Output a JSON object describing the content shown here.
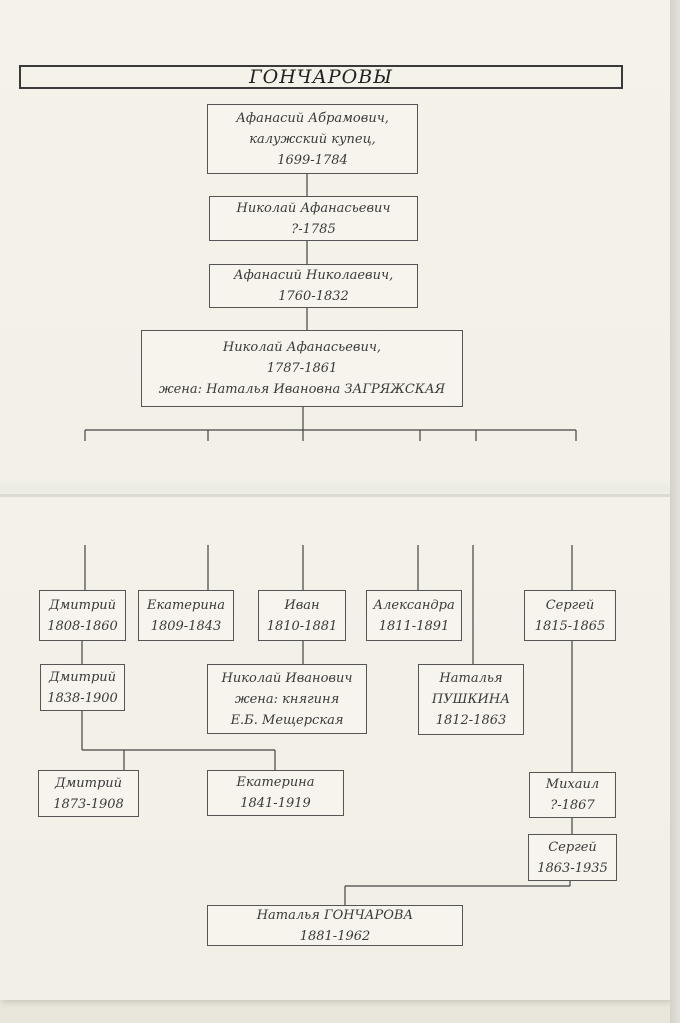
{
  "title": "ГОНЧАРОВЫ",
  "people": {
    "afanasiy_abramovich": {
      "line1": "Афанасий Абрамович,",
      "line2": "калужский купец,",
      "line3": "1699-1784"
    },
    "nikolay_afanasievich_1": {
      "line1": "Николай Афанасьевич",
      "line2": "?-1785"
    },
    "afanasiy_nikolaevich": {
      "line1": "Афанасий Николаевич,",
      "line2": "1760-1832"
    },
    "nikolay_afanasievich_2": {
      "line1": "Николай Афанасьевич,",
      "line2": "1787-1861",
      "line3": "жена: Наталья Ивановна ЗАГРЯЖСКАЯ"
    },
    "dmitriy_1808": {
      "line1": "Дмитрий",
      "line2": "1808-1860"
    },
    "ekaterina_1809": {
      "line1": "Екатерина",
      "line2": "1809-1843"
    },
    "ivan_1810": {
      "line1": "Иван",
      "line2": "1810-1881"
    },
    "aleksandra_1811": {
      "line1": "Александра",
      "line2": "1811-1891"
    },
    "sergey_1815": {
      "line1": "Сергей",
      "line2": "1815-1865"
    },
    "dmitriy_1838": {
      "line1": "Дмитрий",
      "line2": "1838-1900"
    },
    "nikolay_ivanovich": {
      "line1": "Николай Иванович",
      "line2": "жена: княгиня",
      "line3": "Е.Б. Мещерская"
    },
    "natalya_pushkina": {
      "line1": "Наталья",
      "line2": "ПУШКИНА",
      "line3": "1812-1863"
    },
    "dmitriy_1873": {
      "line1": "Дмитрий",
      "line2": "1873-1908"
    },
    "ekaterina_1841": {
      "line1": "Екатерина",
      "line2": "1841-1919"
    },
    "mikhail": {
      "line1": "Михаил",
      "line2": "?-1867"
    },
    "sergey_1863": {
      "line1": "Сергей",
      "line2": "1863-1935"
    },
    "natalya_goncharova": {
      "line1": "Наталья ГОНЧАРОВА",
      "line2": "1881-1962"
    }
  }
}
